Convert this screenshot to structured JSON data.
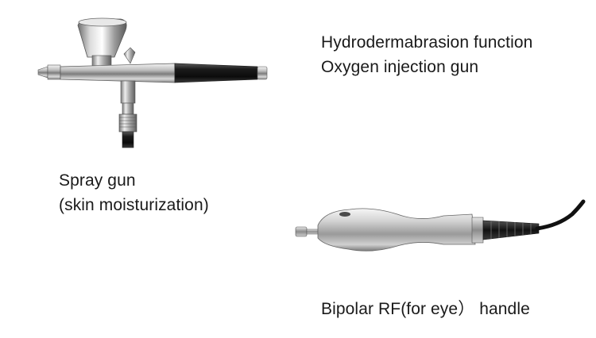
{
  "hydro_label": {
    "line1": "Hydrodermabrasion function",
    "line2": "Oxygen injection gun"
  },
  "spray_label": {
    "line1": "Spray gun",
    "line2": "(skin moisturization)"
  },
  "bipolar_label": {
    "line1": "Bipolar RF(for eye） handle"
  },
  "images": {
    "spray_gun": "spray-gun-image",
    "bipolar_handle": "bipolar-rf-handle-image"
  }
}
